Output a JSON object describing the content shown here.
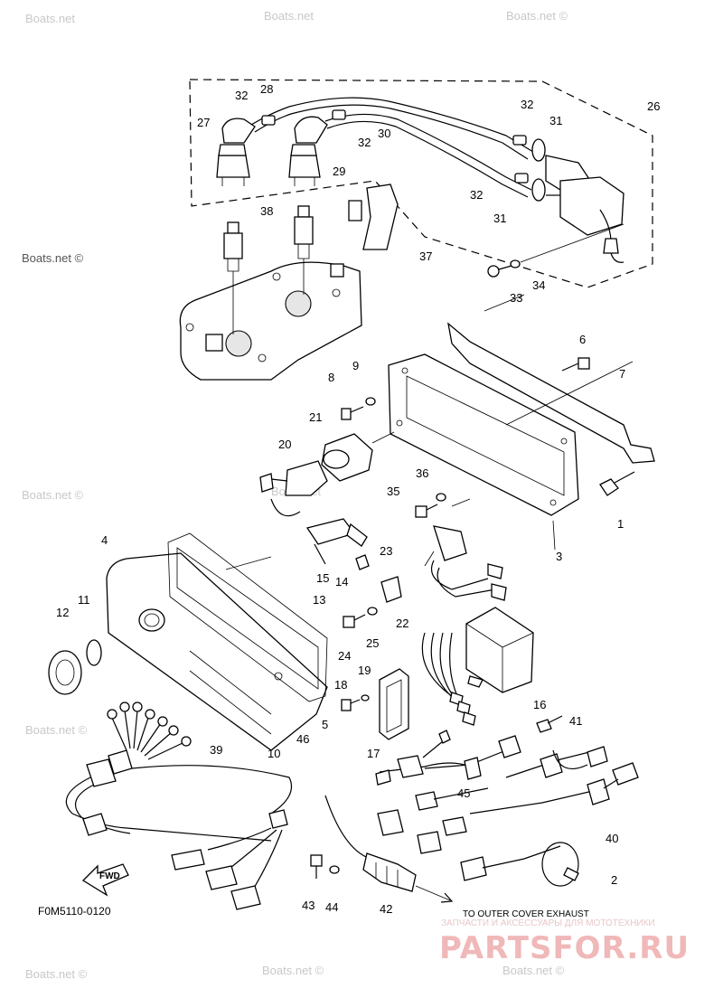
{
  "watermarks": [
    "Boats.net",
    "Boats.net",
    "Boats.net ©",
    "Boats.net ©",
    "Boats.net ©",
    "Boats.net",
    "Boats.net ©",
    "Boats.net ©",
    "Boats.net ©",
    "Boats.net ©"
  ],
  "figure_code": "F0M5110-0120",
  "exhaust_note": "TO OUTER COVER EXHAUST",
  "fwd_label": "FWD",
  "shop": {
    "tagline": "ЗАПЧАСТИ И АКСЕССУАРЫ ДЛЯ МОТОТЕХНИКИ",
    "logo": "PARTSFOR.RU"
  },
  "part_labels": [
    "1",
    "2",
    "3",
    "4",
    "5",
    "6",
    "7",
    "8",
    "9",
    "10",
    "11",
    "12",
    "13",
    "14",
    "15",
    "16",
    "17",
    "18",
    "19",
    "20",
    "21",
    "22",
    "23",
    "24",
    "25",
    "26",
    "27",
    "28",
    "29",
    "30",
    "31",
    "31",
    "32",
    "32",
    "32",
    "32",
    "33",
    "34",
    "35",
    "36",
    "37",
    "38",
    "39",
    "40",
    "41",
    "42",
    "43",
    "44",
    "45",
    "46"
  ]
}
